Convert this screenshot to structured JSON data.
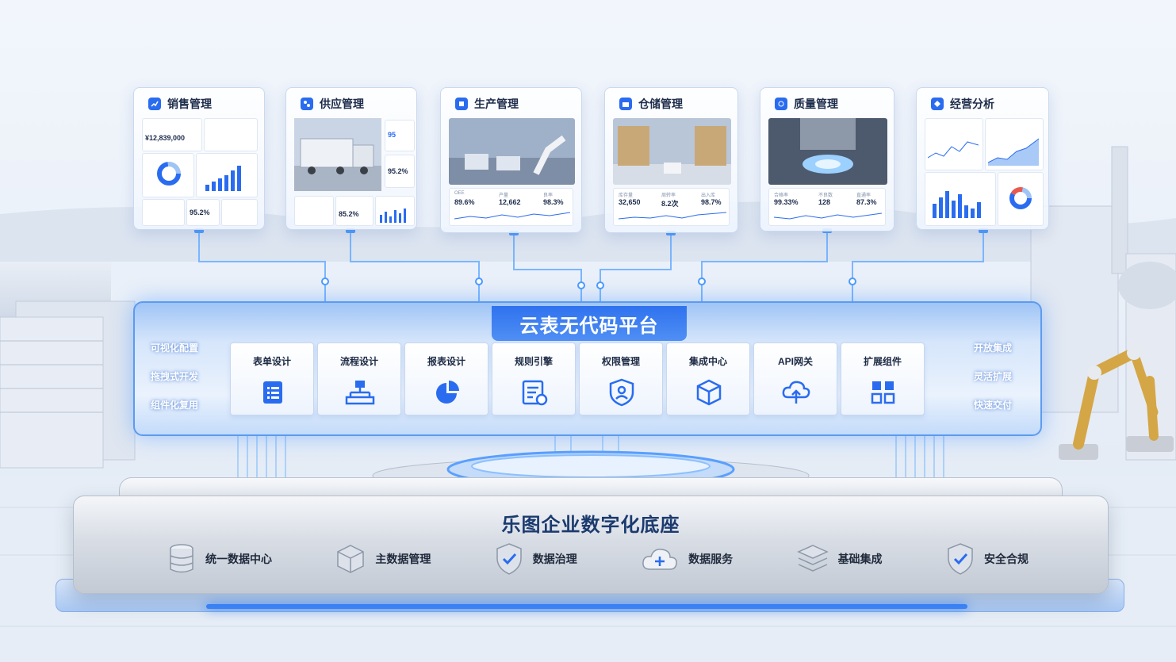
{
  "modules": [
    {
      "title": "销售管理",
      "icon": "sales-icon",
      "kpi_main": "¥12,839,000",
      "kpi_sub": "95.2%"
    },
    {
      "title": "供应管理",
      "icon": "supply-icon",
      "kpi_a": "95",
      "kpi_b": "95.2%",
      "kpi_c": "85.2%"
    },
    {
      "title": "生产管理",
      "icon": "production-icon",
      "metrics": [
        {
          "label": "OEE",
          "value": "89.6%"
        },
        {
          "label": "产量",
          "value": "12,662"
        },
        {
          "label": "良率",
          "value": "98.3%"
        }
      ]
    },
    {
      "title": "仓储管理",
      "icon": "warehouse-icon",
      "metrics": [
        {
          "label": "库存量",
          "value": "32,650"
        },
        {
          "label": "周转率",
          "value": "8.2次"
        },
        {
          "label": "出入库",
          "value": "98.7%"
        }
      ]
    },
    {
      "title": "质量管理",
      "icon": "quality-icon",
      "metrics": [
        {
          "label": "合格率",
          "value": "99.33%"
        },
        {
          "label": "不良数",
          "value": "128"
        },
        {
          "label": "直通率",
          "value": "87.3%"
        }
      ]
    },
    {
      "title": "经营分析",
      "icon": "analytics-icon"
    }
  ],
  "platform": {
    "title": "云表无代码平台",
    "left_features": [
      "可视化配置",
      "拖拽式开发",
      "组件化复用"
    ],
    "right_features": [
      "开放集成",
      "灵活扩展",
      "快速交付"
    ],
    "tools": [
      {
        "label": "表单设计",
        "icon": "form-icon"
      },
      {
        "label": "流程设计",
        "icon": "flow-icon"
      },
      {
        "label": "报表设计",
        "icon": "pie-chart-icon"
      },
      {
        "label": "规则引擎",
        "icon": "rule-icon"
      },
      {
        "label": "权限管理",
        "icon": "shield-user-icon"
      },
      {
        "label": "集成中心",
        "icon": "cube-icon"
      },
      {
        "label": "API网关",
        "icon": "cloud-upload-icon"
      },
      {
        "label": "扩展组件",
        "icon": "components-icon"
      }
    ]
  },
  "base": {
    "title": "乐图企业数字化底座",
    "items": [
      {
        "label": "统一数据中心",
        "icon": "database-icon"
      },
      {
        "label": "主数据管理",
        "icon": "box-icon"
      },
      {
        "label": "数据治理",
        "icon": "shield-check-icon"
      },
      {
        "label": "数据服务",
        "icon": "cloud-plus-icon"
      },
      {
        "label": "基础集成",
        "icon": "layers-icon"
      },
      {
        "label": "安全合规",
        "icon": "security-icon"
      }
    ]
  },
  "colors": {
    "accent": "#2a6cf0",
    "glow": "#3a86ff",
    "title_dark": "#1b3a6e"
  }
}
